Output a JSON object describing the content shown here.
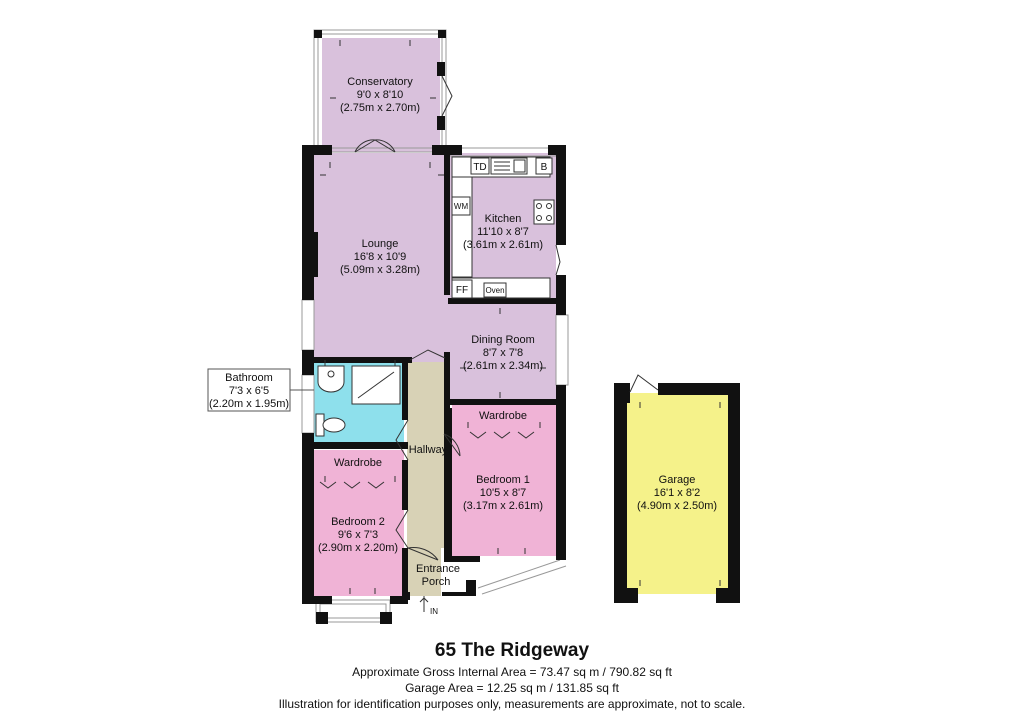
{
  "rooms": {
    "conservatory": {
      "name": "Conservatory",
      "dim_imperial": "9'0 x 8'10",
      "dim_metric": "(2.75m x 2.70m)"
    },
    "lounge": {
      "name": "Lounge",
      "dim_imperial": "16'8 x 10'9",
      "dim_metric": "(5.09m x 3.28m)"
    },
    "kitchen": {
      "name": "Kitchen",
      "dim_imperial": "11'10 x 8'7",
      "dim_metric": "(3.61m x 2.61m)"
    },
    "dining": {
      "name": "Dining Room",
      "dim_imperial": "8'7 x 7'8",
      "dim_metric": "(2.61m x 2.34m)"
    },
    "bathroom": {
      "name": "Bathroom",
      "dim_imperial": "7'3 x 6'5",
      "dim_metric": "(2.20m x 1.95m)"
    },
    "hallway": {
      "name": "Hallway"
    },
    "bedroom1": {
      "name": "Bedroom 1",
      "dim_imperial": "10'5 x 8'7",
      "dim_metric": "(3.17m x 2.61m)",
      "wardrobe": "Wardrobe"
    },
    "bedroom2": {
      "name": "Bedroom 2",
      "dim_imperial": "9'6 x 7'3",
      "dim_metric": "(2.90m x 2.20m)",
      "wardrobe": "Wardrobe"
    },
    "porch": {
      "name_line1": "Entrance",
      "name_line2": "Porch",
      "entry": "IN"
    },
    "garage": {
      "name": "Garage",
      "dim_imperial": "16'1 x 8'2",
      "dim_metric": "(4.90m x 2.50m)"
    }
  },
  "fixtures": {
    "td": "TD",
    "b": "B",
    "wm": "WM",
    "ff": "FF",
    "oven": "Oven"
  },
  "colors": {
    "reception": "#d9c1dc",
    "bedroom": "#f0b3d6",
    "hallway": "#d8d2b6",
    "bathroom": "#8ee0ec",
    "garage": "#f5f28a",
    "wall": "#111111"
  },
  "footer": {
    "title": "65 The Ridgeway",
    "line1": "Approximate Gross Internal Area = 73.47 sq m / 790.82 sq ft",
    "line2": "Garage Area = 12.25 sq m / 131.85 sq ft",
    "line3": "Illustration for identification purposes only, measurements are approximate, not to scale."
  }
}
